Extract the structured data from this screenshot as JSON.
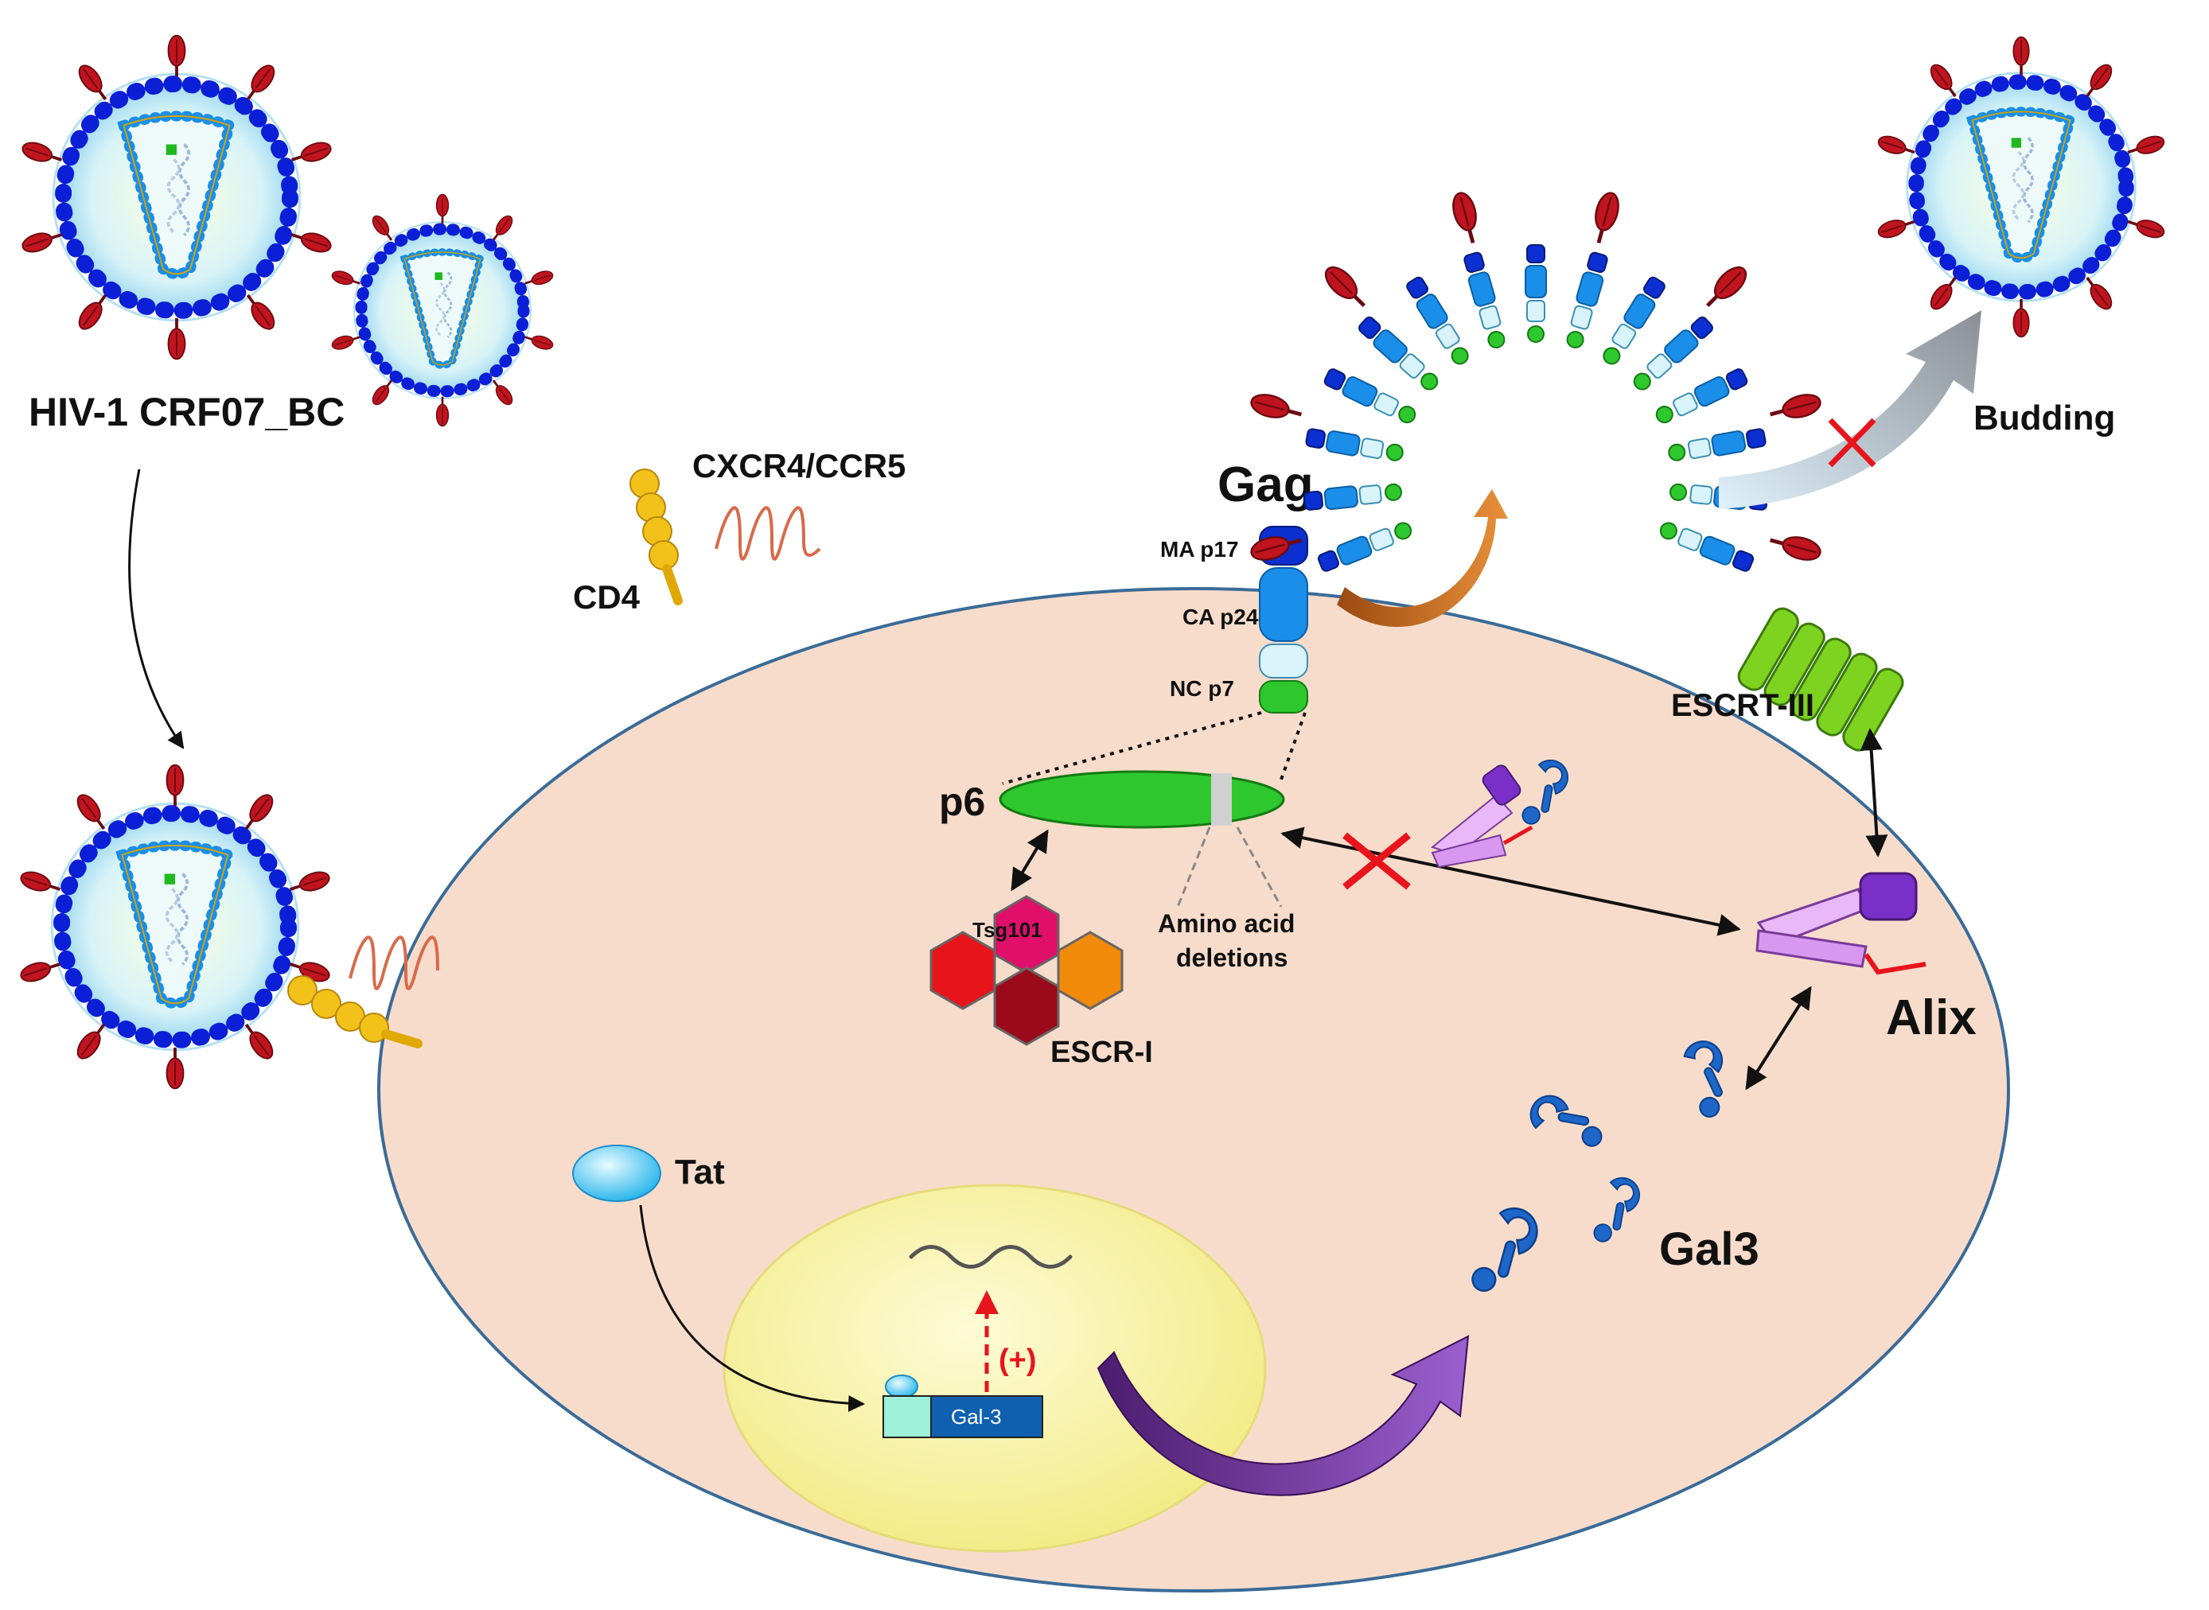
{
  "labels": {
    "virus_strain": "HIV-1 CRF07_BC",
    "coreceptor": "CXCR4/CCR5",
    "cd4": "CD4",
    "gag": "Gag",
    "ma": "MA p17",
    "ca": "CA p24",
    "nc": "NC p7",
    "p6": "p6",
    "tsg101": "Tsg101",
    "escrt_i": "ESCR-I",
    "deletions_line1": "Amino acid",
    "deletions_line2": "deletions",
    "escrt_iii": "ESCRT-III",
    "alix": "Alix",
    "budding": "Budding",
    "tat": "Tat",
    "gal3_gene": "Gal-3",
    "plus": "(+)",
    "gal3": "Gal3"
  },
  "colors": {
    "cell": "#f8dccb",
    "nucleus": "#f7f09a",
    "envelope": "#0a1fd6",
    "spike": "#b0101a",
    "inhibit": "#e8141c",
    "gag_ma": "#0b2fd0",
    "gag_ca": "#1a8ee8",
    "gag_nc": "#d8f4fa",
    "p6": "#2ec82e",
    "alix": "#c070f0",
    "gal3": "#1e66c8",
    "escrt_iii": "#7ed321"
  }
}
